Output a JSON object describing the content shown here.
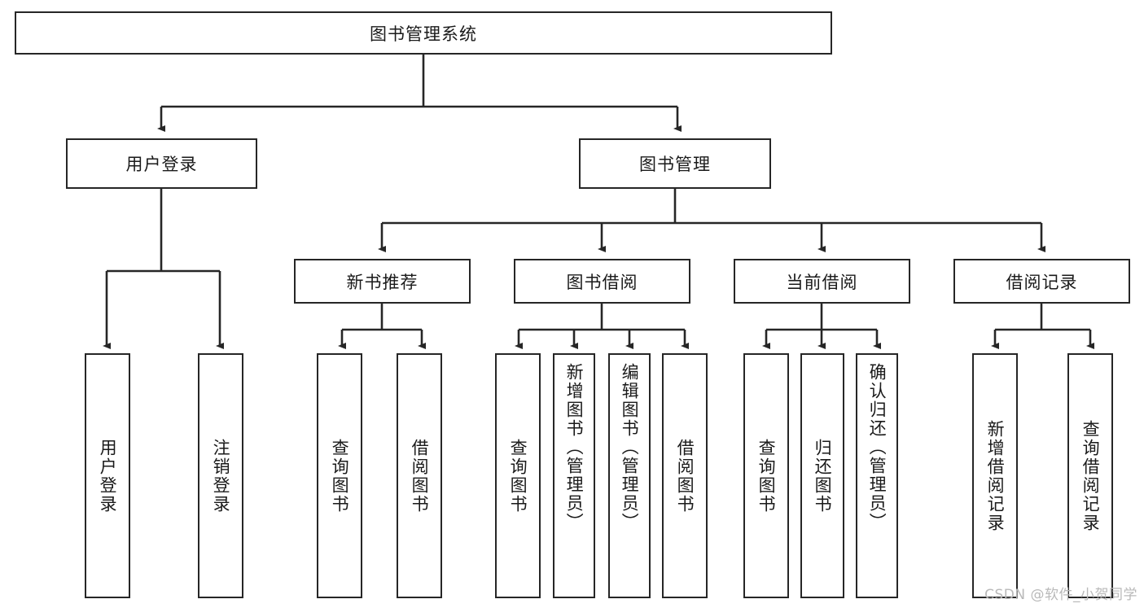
{
  "diagram": {
    "title": "图书管理系统",
    "type": "hierarchy-tree",
    "orientation": "top-down",
    "colors": {
      "box_stroke": "#262626",
      "box_fill": "#ffffff",
      "connector": "#262626",
      "watermark": "#b9b9b9",
      "background": "#ffffff"
    },
    "root": {
      "id": "root",
      "label": "图书管理系统"
    },
    "level2": [
      {
        "id": "user-login",
        "label": "用户登录"
      },
      {
        "id": "book-management",
        "label": "图书管理"
      }
    ],
    "level3": [
      {
        "id": "new-book-recommend",
        "label": "新书推荐",
        "parent": "book-management"
      },
      {
        "id": "book-borrow",
        "label": "图书借阅",
        "parent": "book-management"
      },
      {
        "id": "current-borrow",
        "label": "当前借阅",
        "parent": "book-management"
      },
      {
        "id": "borrow-record",
        "label": "借阅记录",
        "parent": "book-management"
      }
    ],
    "leaves": [
      {
        "id": "leaf-user-login",
        "label": "用户登录",
        "parent": "user-login"
      },
      {
        "id": "leaf-user-logout",
        "label": "注销登录",
        "parent": "user-login"
      },
      {
        "id": "leaf-query-book-1",
        "label": "查询图书",
        "parent": "new-book-recommend"
      },
      {
        "id": "leaf-borrow-book-1",
        "label": "借阅图书",
        "parent": "new-book-recommend"
      },
      {
        "id": "leaf-query-book-2",
        "label": "查询图书",
        "parent": "book-borrow"
      },
      {
        "id": "leaf-add-book",
        "label": "新增图书（管理员）",
        "parent": "book-borrow"
      },
      {
        "id": "leaf-edit-book",
        "label": "编辑图书（管理员）",
        "parent": "book-borrow"
      },
      {
        "id": "leaf-borrow-book-2",
        "label": "借阅图书",
        "parent": "book-borrow"
      },
      {
        "id": "leaf-query-book-3",
        "label": "查询图书",
        "parent": "current-borrow"
      },
      {
        "id": "leaf-return-book",
        "label": "归还图书",
        "parent": "current-borrow"
      },
      {
        "id": "leaf-confirm-return",
        "label": "确认归还（管理员）",
        "parent": "current-borrow"
      },
      {
        "id": "leaf-add-record",
        "label": "新增借阅记录",
        "parent": "borrow-record"
      },
      {
        "id": "leaf-query-record",
        "label": "查询借阅记录",
        "parent": "borrow-record"
      }
    ],
    "watermark": "CSDN @软件_小贺同学"
  }
}
